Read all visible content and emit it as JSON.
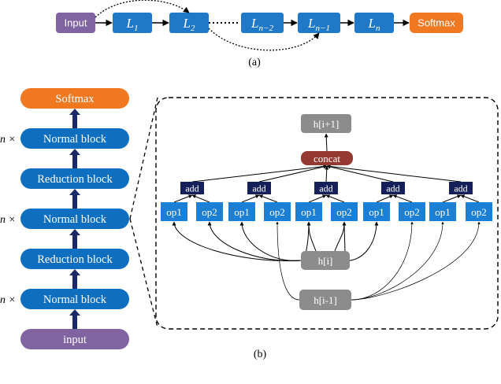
{
  "colors": {
    "purple": "#8064a2",
    "blue_box": "#1f78c8",
    "orange": "#f07820",
    "block_blue": "#0e6fc1",
    "navy": "#1b2a66",
    "dark_navy": "#15205a",
    "gray": "#8c8c8c",
    "concat_red": "#943a32",
    "op_blue": "#1b7fd6"
  },
  "panel_a": {
    "caption": "(a)",
    "input_label": "Input",
    "softmax_label": "Softmax",
    "layers": [
      {
        "base": "L",
        "sub": "1"
      },
      {
        "base": "L",
        "sub": "2"
      },
      {
        "base": "L",
        "sub": "n−2"
      },
      {
        "base": "L",
        "sub": "n−1"
      },
      {
        "base": "L",
        "sub": "n"
      }
    ]
  },
  "panel_b": {
    "caption": "(b)",
    "repeat_label": "n ×",
    "stack": [
      {
        "label": "Softmax",
        "kind": "orange",
        "repeat": false
      },
      {
        "label": "Normal block",
        "kind": "blue",
        "repeat": true
      },
      {
        "label": "Reduction block",
        "kind": "blue",
        "repeat": false
      },
      {
        "label": "Normal block",
        "kind": "blue",
        "repeat": true
      },
      {
        "label": "Reduction block",
        "kind": "blue",
        "repeat": false
      },
      {
        "label": "Normal block",
        "kind": "blue",
        "repeat": true
      },
      {
        "label": "input",
        "kind": "purple",
        "repeat": false
      }
    ],
    "cell": {
      "output_label": "h[i+1]",
      "concat_label": "concat",
      "add_label": "add",
      "ops": [
        "op1",
        "op2"
      ],
      "h_i_label": "h[i]",
      "h_prev_label": "h[i-1]"
    }
  }
}
